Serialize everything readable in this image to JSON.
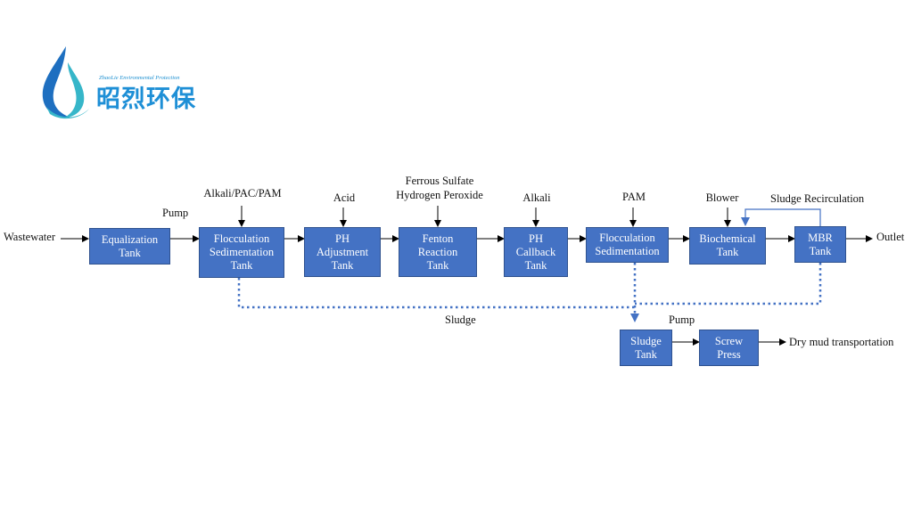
{
  "brand": {
    "name_en": "ZhaoLie Environmental Protection",
    "name_cn": "昭烈环保",
    "colors": {
      "drop_dark": "#1e6fc0",
      "drop_light": "#36b6c9"
    }
  },
  "colors": {
    "box_fill": "#4472c4",
    "box_border": "#2f528f",
    "arrow": "#000000",
    "sludge_line": "#4472c4"
  },
  "boxes": {
    "equalization": "Equalization\nTank",
    "flocculation_sed": "Flocculation\nSedimentation\nTank",
    "ph_adjustment": "PH\nAdjustment\nTank",
    "fenton": "Fenton\nReaction\nTank",
    "ph_callback": "PH\nCallback\nTank",
    "flocculation_sed2": "Flocculation\nSedimentation",
    "biochemical": "Biochemical\nTank",
    "mbr": "MBR\nTank",
    "sludge_tank": "Sludge\nTank",
    "screw_press": "Screw\nPress"
  },
  "labels": {
    "wastewater": "Wastewater",
    "pump1": "Pump",
    "alkali_pac_pam": "Alkali/PAC/PAM",
    "acid": "Acid",
    "ferrous": "Ferrous Sulfate\nHydrogen Peroxide",
    "alkali": "Alkali",
    "pam": "PAM",
    "blower": "Blower",
    "sludge_recirculation": "Sludge Recirculation",
    "outlet": "Outlet",
    "sludge": "Sludge",
    "pump2": "Pump",
    "dry_mud": "Dry mud transportation"
  }
}
